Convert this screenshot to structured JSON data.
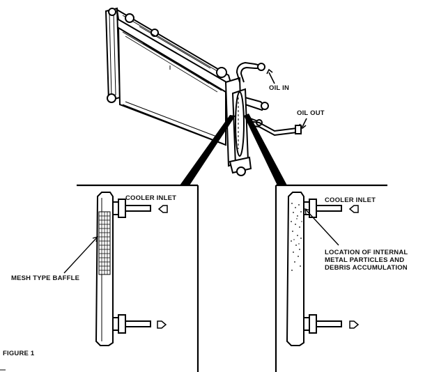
{
  "labels": {
    "oil_in": "OIL IN",
    "oil_out": "OIL OUT",
    "cooler_inlet_left": "COOLER INLET",
    "cooler_inlet_right": "COOLER INLET",
    "mesh_baffle": "MESH TYPE BAFFLE",
    "debris_lines": [
      "LOCATION OF INTERNAL",
      "METAL PARTICLES AND",
      "DEBRIS ACCUMULATION"
    ],
    "figure": "FIGURE 1"
  }
}
